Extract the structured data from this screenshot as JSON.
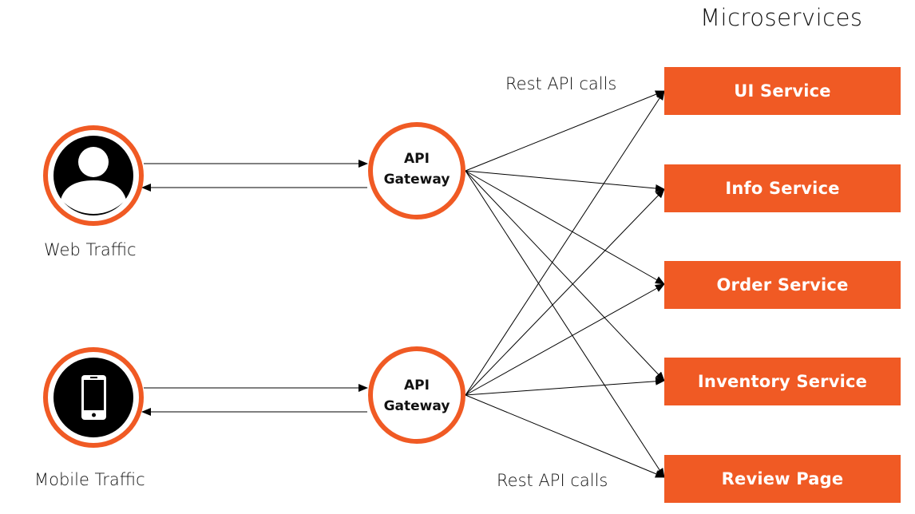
{
  "header": {
    "title": "Microservices"
  },
  "labels": {
    "rest_top": "Rest API calls",
    "rest_bottom": "Rest API calls",
    "web_traffic": "Web Traffic",
    "mobile_traffic": "Mobile Traffic"
  },
  "gateways": [
    {
      "line1": "API",
      "line2": "Gateway"
    },
    {
      "line1": "API",
      "line2": "Gateway"
    }
  ],
  "services": [
    {
      "label": "UI Service"
    },
    {
      "label": "Info Service"
    },
    {
      "label": "Order Service"
    },
    {
      "label": "Inventory Service"
    },
    {
      "label": "Review Page"
    }
  ],
  "icons": {
    "web_client": "user-icon",
    "mobile_client": "smartphone-icon"
  },
  "colors": {
    "accent": "#f05a24",
    "icon_fill": "#000000",
    "line": "#000000",
    "text": "#111111",
    "service_text": "#ffffff"
  }
}
